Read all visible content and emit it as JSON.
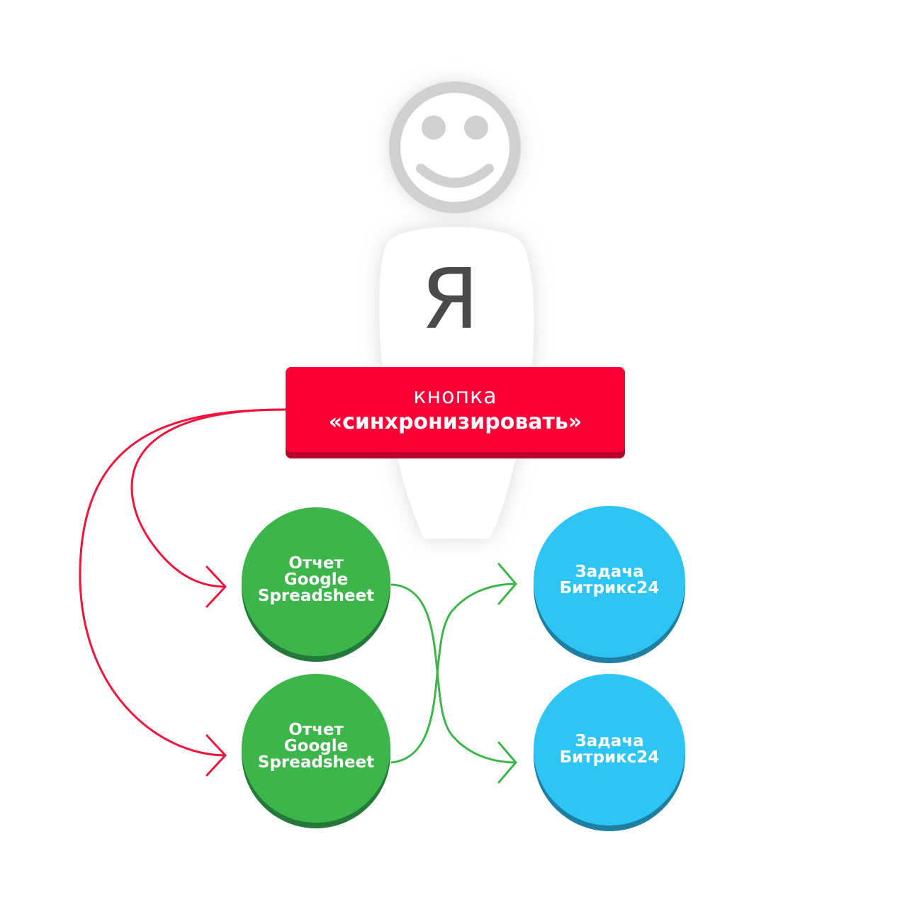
{
  "person": {
    "icon": "smiley-person-icon",
    "label": "Я"
  },
  "sync_button": {
    "line1": "кнопка",
    "line2": "«синхронизировать»",
    "color": "#fb0036"
  },
  "reports": [
    {
      "lines": [
        "Отчет",
        "Google",
        "Spreadsheet"
      ],
      "color": "#3cb54a"
    },
    {
      "lines": [
        "Отчет",
        "Google",
        "Spreadsheet"
      ],
      "color": "#3cb54a"
    }
  ],
  "tasks": [
    {
      "lines": [
        "Задача",
        "Битрикс24"
      ],
      "color": "#2ec5f5"
    },
    {
      "lines": [
        "Задача",
        "Битрикс24"
      ],
      "color": "#2ec5f5"
    }
  ],
  "arrow_colors": {
    "button_to_reports": "#f0143c",
    "reports_to_tasks": "#3cb54a"
  }
}
